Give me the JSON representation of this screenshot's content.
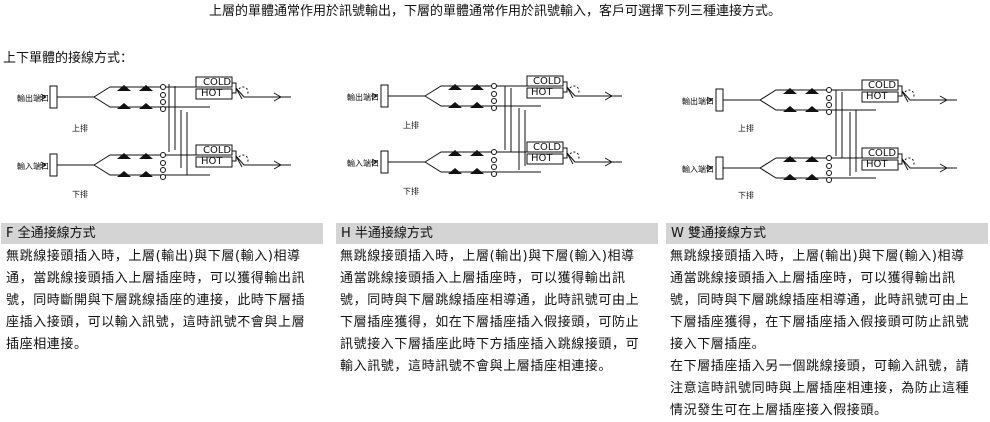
{
  "intro": "上層的單體通常作用於訊號輸出，下層的單體通常作用於訊號輸入，客戶可選擇下列三種連接方式。",
  "subhead": "上下單體的接線方式：",
  "diagrams": [
    {
      "output_label": "輸出端口",
      "top_label": "上排",
      "input_label": "輸入端口",
      "bottom_label": "下排",
      "cold": "COLD",
      "hot": "HOT"
    },
    {
      "output_label": "輸出端口",
      "top_label": "上排",
      "input_label": "輸入端口",
      "bottom_label": "下排",
      "cold": "COLD",
      "hot": "HOT"
    },
    {
      "output_label": "輸出端口",
      "top_label": "上排",
      "input_label": "輸入端口",
      "bottom_label": "下排",
      "cold": "COLD",
      "hot": "HOT"
    }
  ],
  "sections": [
    {
      "title": "F 全通接線方式",
      "lines": [
        "無跳線接頭插入時，上層(輸出)與下層(輸入)相導",
        "通，當跳線接頭插入上層插座時，可以獲得輸出訊",
        "號，同時斷開與下層跳線插座的連接，此時下層插",
        "座插入接頭，可以輸入訊號，這時訊號不會與上層",
        "插座相連接。"
      ]
    },
    {
      "title": "H 半通接線方式",
      "lines": [
        "無跳線接頭插入時，上層(輸出)與下層(輸入)相導",
        "通當跳線接頭插入上層插座時，可以獲得輸出訊",
        "號，同時與下層跳線插座相導通，此時訊號可由上",
        "下層插座獲得，如在下層插座插入假接頭，可防止",
        "訊號接入下層插座此時下方插座插入跳線接頭，可",
        "輸入訊號，這時訊號不會與上層插座相連接。"
      ]
    },
    {
      "title": "W 雙通接線方式",
      "lines": [
        "無跳線接頭插入時，上層(輸出)與下層(輸入)相導",
        "通當跳線接頭插入上層插座時，可以獲得輸出訊",
        "號，同時與下層跳線插座相導通，此時訊號可由上",
        "下層插座獲得，在下層插座插入假接頭可防止訊號",
        "接入下層插座。",
        "在下層插座插入另一個跳線接頭，可輸入訊號，請",
        "注意這時訊號同時與上層插座相連接，為防止這種",
        "情況發生可在上層插座接入假接頭。"
      ]
    }
  ]
}
